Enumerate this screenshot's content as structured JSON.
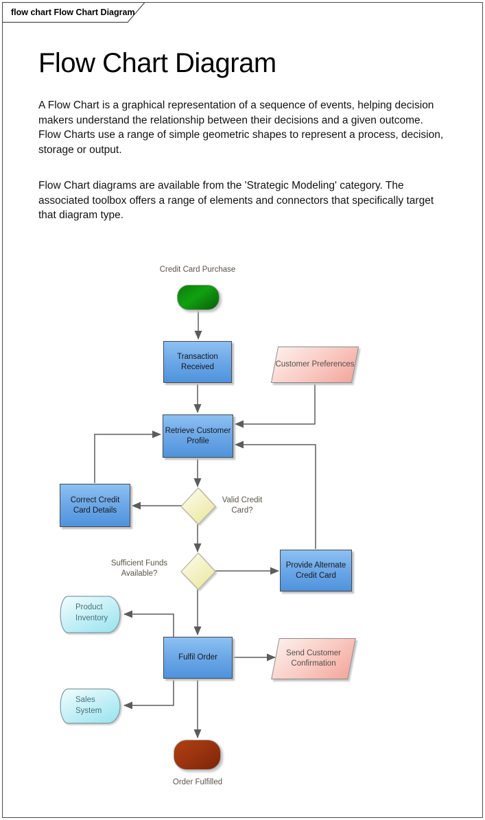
{
  "tab": {
    "label": "flow chart Flow Chart Diagram"
  },
  "article": {
    "title": "Flow Chart Diagram",
    "paragraph1": "A Flow Chart is a graphical representation of a sequence of events, helping decision makers understand the relationship between their decisions and a given outcome.  Flow Charts use a range of simple geometric shapes to represent a process, decision, storage or output.",
    "paragraph2": "Flow Chart diagrams are available from the 'Strategic Modeling' category.  The associated toolbox offers a range of elements and connectors that specifically target that diagram type."
  },
  "flowchart": {
    "labels": {
      "start": "Credit Card Purchase",
      "end": "Order Fulfilled",
      "decision_valid": "Valid Credit Card?",
      "decision_funds": "Sufficient Funds Available?"
    },
    "processes": {
      "transaction": "Transaction Received",
      "retrieve": "Retrieve Customer Profile",
      "correct": "Correct Credit Card Details",
      "provide": "Provide Alternate Credit Card",
      "fulfil": "Fulfil Order"
    },
    "data_io": {
      "customer_prefs": "Customer Preferences",
      "send_confirmation": "Send Customer Confirmation",
      "product_inventory": "Product Inventory",
      "sales_system": "Sales System"
    },
    "colors": {
      "process_fill": "#5b9bd5",
      "io_fill": "#f5b0a6",
      "decision_fill": "#f2f0b4",
      "store_fill": "#aee8f2",
      "start_fill": "#0d8c0d",
      "end_fill": "#943009",
      "connector": "#5c5c5c"
    }
  }
}
